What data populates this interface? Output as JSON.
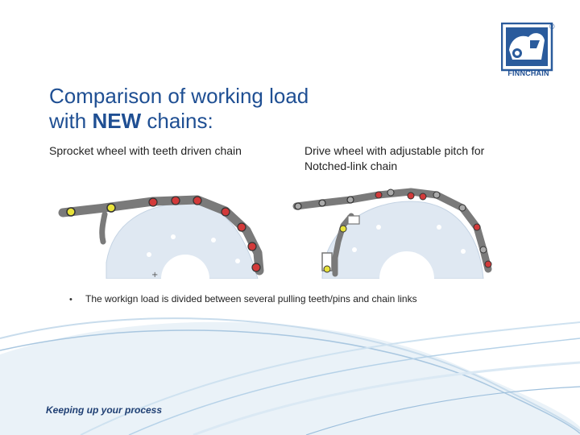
{
  "brand": {
    "name": "FINNCHAIN",
    "registered": "®",
    "color": "#1f4f93"
  },
  "title": {
    "line1": "Comparison of working load",
    "line2_prefix": "with ",
    "line2_bold": "NEW",
    "line2_suffix": " chains:"
  },
  "captions": {
    "left": "Sprocket wheel with teeth driven chain",
    "right_line1": "Drive wheel with adjustable pitch for",
    "right_line2": "Notched-link chain"
  },
  "bullet": {
    "marker": "•",
    "text": "The workign load is divided between several pulling teeth/pins and chain links"
  },
  "footer": {
    "tagline": "Keeping up your process"
  },
  "colors": {
    "accent": "#1f4f93",
    "wheel": "#d9e4f0",
    "chain": "#7a7a7a",
    "pin_red": "#d23a3a",
    "pin_yellow": "#e8e23a"
  }
}
